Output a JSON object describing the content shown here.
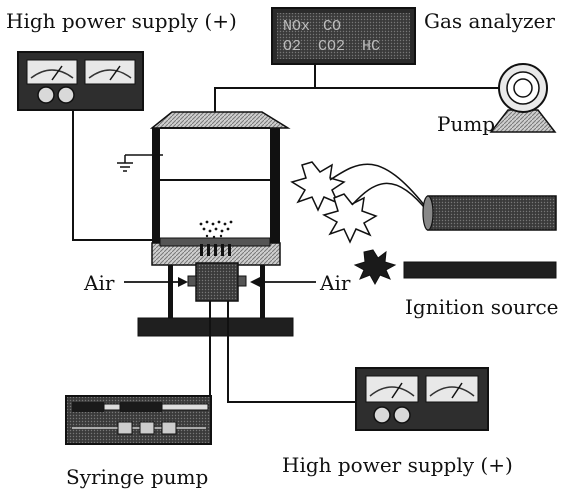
{
  "labels": {
    "hp_supply_top": "High power supply (+)",
    "gas_analyzer": "Gas analyzer",
    "pump": "Pump",
    "air_left": "Air",
    "air_right": "Air",
    "ignition_source": "Ignition source",
    "syringe_pump": "Syringe pump",
    "hp_supply_bottom": "High power supply (+)"
  },
  "gas_analyzer_display": [
    "NOx",
    "CO",
    "O2",
    "CO2",
    "HC"
  ],
  "colors": {
    "ink": "#111111",
    "panel": "#2b2b2b",
    "panel_dark": "#1a1a1a",
    "hatch": "#9a9a9a"
  }
}
